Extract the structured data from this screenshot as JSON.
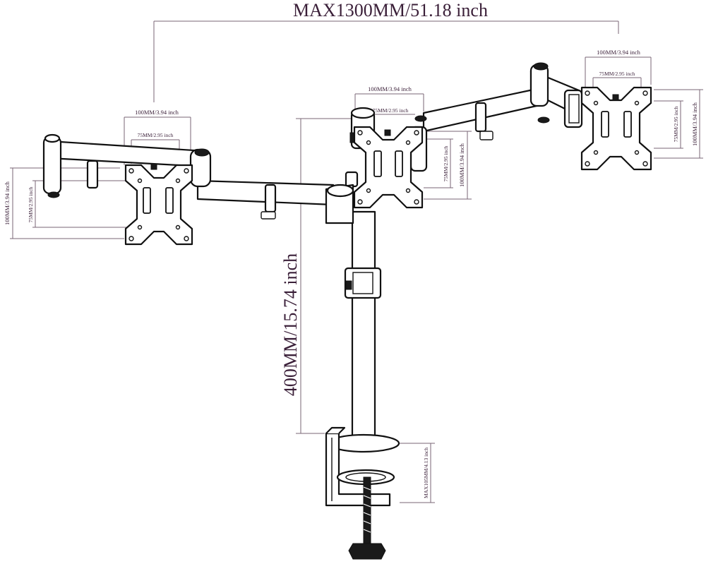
{
  "dimensions": {
    "overall_width": "MAX1300MM/51.18 inch",
    "pole_height": "400MM/15.74 inch",
    "clamp_max": "MAX105MM/4.13 inch",
    "left_vesa_100_h": "100MM/3.94 inch",
    "left_vesa_75_h": "75MM/2.95 inch",
    "left_vesa_100_v": "100MM/3.94 inch",
    "left_vesa_75_v": "75MM/2.95 inch",
    "center_vesa_100_h": "100MM/3.94 inch",
    "center_vesa_75_h": "75MM/2.95 inch",
    "center_vesa_100_v": "100MM/3.94 inch",
    "center_vesa_75_v": "75MM/2.95 inch",
    "right_vesa_100_h": "100MM/3.94 inch",
    "right_vesa_75_h": "75MM/2.95 inch",
    "right_vesa_100_v": "100MM/3.94 inch",
    "right_vesa_75_v": "75MM/2.95 inch"
  }
}
